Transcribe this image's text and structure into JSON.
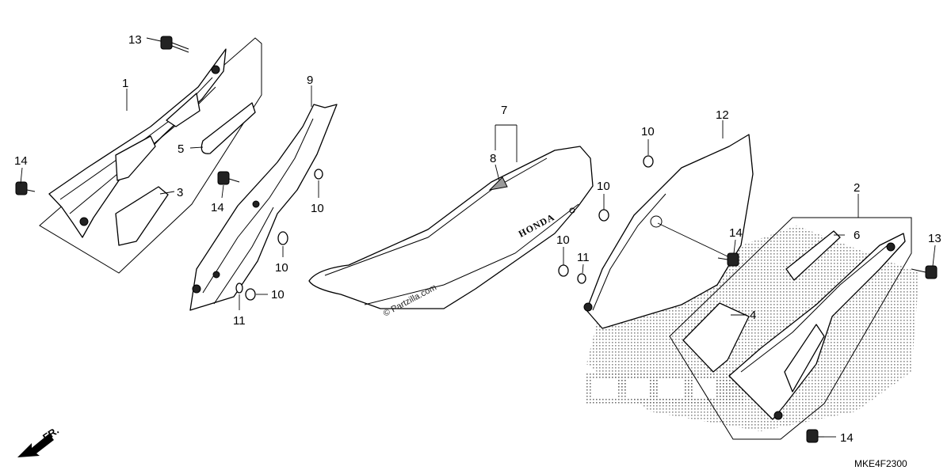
{
  "callouts": {
    "c1": "1",
    "c2": "2",
    "c3": "3",
    "c4": "4",
    "c5": "5",
    "c6": "6",
    "c7": "7",
    "c8": "8",
    "c9": "9",
    "c10": "10",
    "c11": "11",
    "c12": "12",
    "c13": "13",
    "c14": "14"
  },
  "seat_brand": "HONDA",
  "watermark": "© Partzilla.com",
  "diagram_code": "MKE4F2300",
  "front_marker": "FR."
}
